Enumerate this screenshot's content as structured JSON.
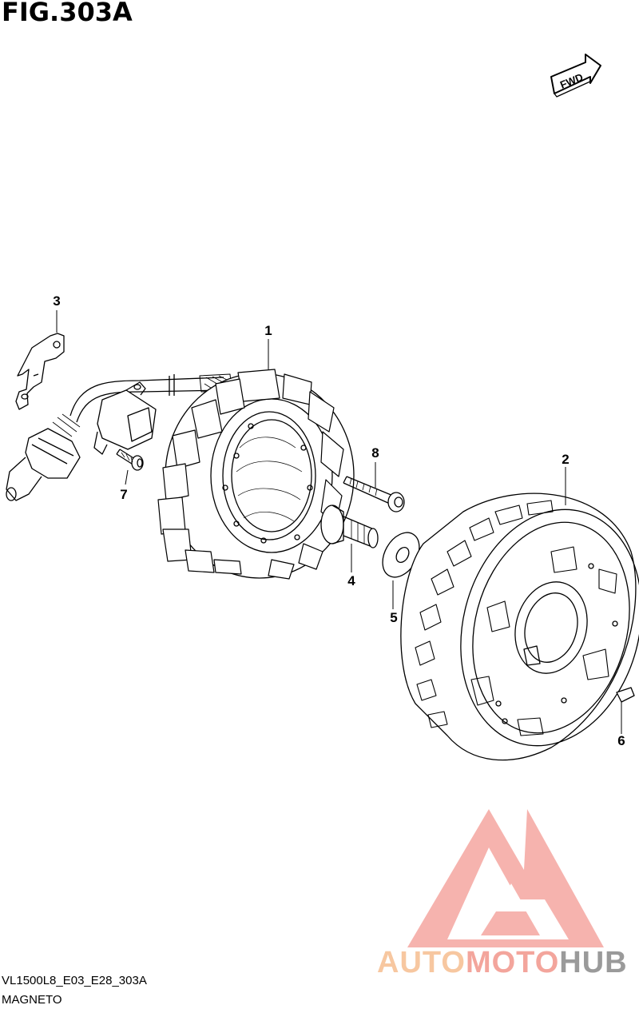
{
  "figure": {
    "title": "FIG.303A",
    "direction_badge": "FWD"
  },
  "callouts": {
    "c1": "1",
    "c2": "2",
    "c3": "3",
    "c4": "4",
    "c5": "5",
    "c6": "6",
    "c7": "7",
    "c8": "8"
  },
  "footer": {
    "code": "VL1500L8_E03_E28_303A",
    "name": "MAGNETO"
  },
  "watermark": {
    "part1": "AUTO",
    "part2": "MOTO",
    "part3": "HUB",
    "colors": [
      "#f7c7a0",
      "#f3a59c",
      "#9a9a9a"
    ]
  }
}
